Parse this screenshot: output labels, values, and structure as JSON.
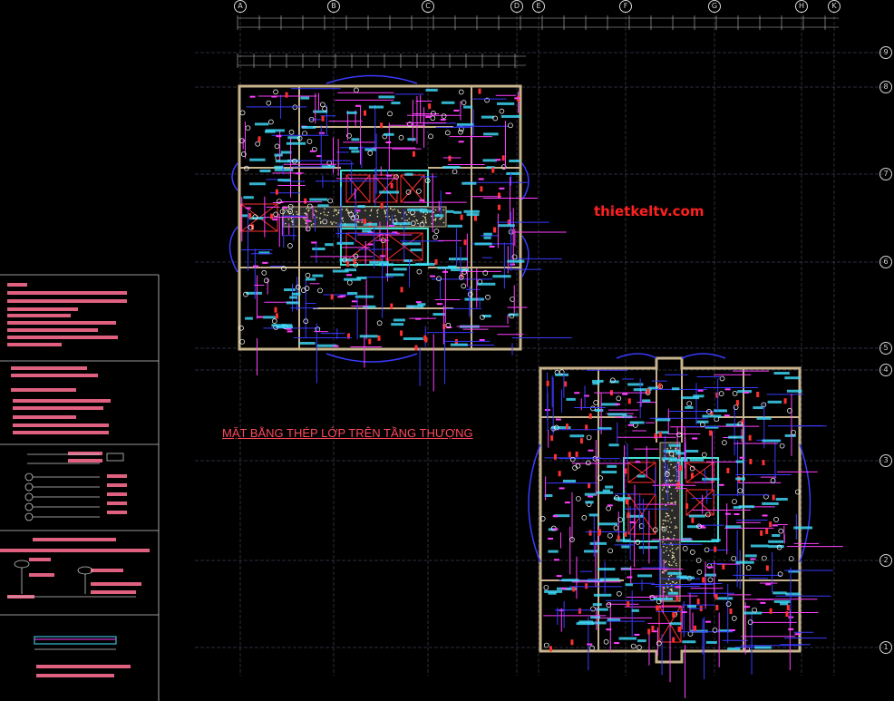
{
  "drawing": {
    "title": "MẶT BẰNG THÉP LỚP TRÊN TẦNG THƯỢNG",
    "watermark": "thietkeltv.com"
  },
  "grid": {
    "columns": [
      "A",
      "B",
      "C",
      "D",
      "E",
      "F",
      "G",
      "H",
      "K"
    ],
    "rows": [
      "9",
      "8",
      "7",
      "6",
      "5",
      "4",
      "3",
      "2",
      "1"
    ]
  },
  "legend": {
    "heading": "GHI CHÚ"
  },
  "colors": {
    "background": "#000000",
    "wall": "#c8b48c",
    "rebar_blue": "#3a3aff",
    "rebar_magenta": "#ff40ff",
    "text_cyan": "#40e0ff",
    "dimension": "#c8c8c8",
    "note_pink": "#e06080",
    "title_red": "#ff4a5c"
  }
}
